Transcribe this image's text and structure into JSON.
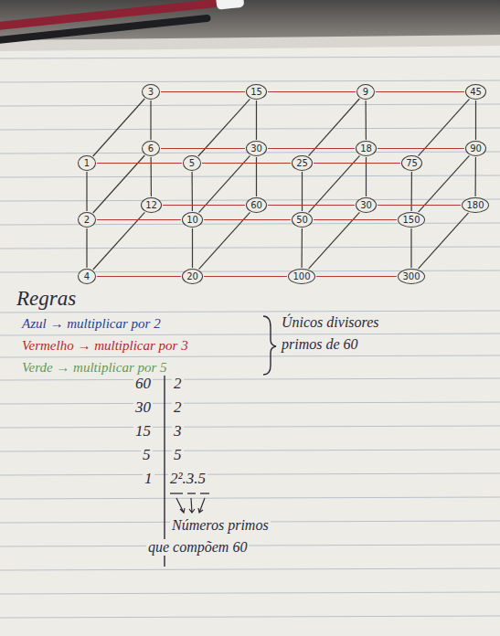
{
  "diagram": {
    "nodes": [
      {
        "text": [
          "3"
        ]
      },
      {
        "text": [
          "15"
        ]
      },
      {
        "text": [
          "9"
        ]
      },
      {
        "text": [
          "45"
        ]
      },
      {
        "text": [
          "1"
        ]
      },
      {
        "text": [
          "6"
        ]
      },
      {
        "text": [
          "5"
        ]
      },
      {
        "text": [
          "30"
        ]
      },
      {
        "text": [
          "25"
        ]
      },
      {
        "text": [
          "18"
        ]
      },
      {
        "text": [
          "75"
        ]
      },
      {
        "text": [
          "90"
        ]
      },
      {
        "text": [
          "2"
        ]
      },
      {
        "text": [
          "12"
        ]
      },
      {
        "text": [
          "10"
        ]
      },
      {
        "text": [
          "60"
        ]
      },
      {
        "text": [
          "50"
        ]
      },
      {
        "text": [
          "30"
        ]
      },
      {
        "text": [
          "150"
        ]
      },
      {
        "text": [
          "180"
        ]
      },
      {
        "text": [
          "4"
        ]
      },
      {
        "text": [
          "20"
        ]
      },
      {
        "text": [
          "100"
        ]
      },
      {
        "text": [
          "300"
        ]
      }
    ],
    "edges": [
      {
        "from": 4,
        "to": 12,
        "arrow": "none"
      },
      {
        "from": 12,
        "to": 20,
        "arrow": "none"
      },
      {
        "from": 0,
        "to": 5,
        "arrow": "none"
      },
      {
        "from": 5,
        "to": 13,
        "arrow": "none"
      },
      {
        "from": 6,
        "to": 14,
        "arrow": "none"
      },
      {
        "from": 14,
        "to": 21,
        "arrow": "none"
      },
      {
        "from": 1,
        "to": 7,
        "arrow": "none"
      },
      {
        "from": 7,
        "to": 15,
        "arrow": "none"
      },
      {
        "from": 8,
        "to": 16,
        "arrow": "none"
      },
      {
        "from": 16,
        "to": 22,
        "arrow": "none"
      },
      {
        "from": 2,
        "to": 9,
        "arrow": "none"
      },
      {
        "from": 9,
        "to": 17,
        "arrow": "none"
      },
      {
        "from": 10,
        "to": 18,
        "arrow": "none"
      },
      {
        "from": 18,
        "to": 23,
        "arrow": "none"
      },
      {
        "from": 3,
        "to": 11,
        "arrow": "none"
      },
      {
        "from": 11,
        "to": 19,
        "arrow": "none"
      },
      {
        "from": 4,
        "to": 0,
        "arrow": "none"
      },
      {
        "from": 12,
        "to": 5,
        "arrow": "none"
      },
      {
        "from": 20,
        "to": 13,
        "arrow": "none"
      },
      {
        "from": 6,
        "to": 1,
        "arrow": "none"
      },
      {
        "from": 14,
        "to": 7,
        "arrow": "none"
      },
      {
        "from": 21,
        "to": 15,
        "arrow": "none"
      },
      {
        "from": 8,
        "to": 2,
        "arrow": "none"
      },
      {
        "from": 16,
        "to": 9,
        "arrow": "none"
      },
      {
        "from": 22,
        "to": 17,
        "arrow": "none"
      },
      {
        "from": 10,
        "to": 3,
        "arrow": "none"
      },
      {
        "from": 18,
        "to": 11,
        "arrow": "none"
      },
      {
        "from": 23,
        "to": 19,
        "arrow": "none"
      },
      {
        "from": 4,
        "to": 6,
        "arrow": "none"
      },
      {
        "from": 6,
        "to": 8,
        "arrow": "none"
      },
      {
        "from": 8,
        "to": 10,
        "arrow": "none"
      },
      {
        "from": 12,
        "to": 14,
        "arrow": "none"
      },
      {
        "from": 14,
        "to": 16,
        "arrow": "none"
      },
      {
        "from": 16,
        "to": 18,
        "arrow": "none"
      },
      {
        "from": 20,
        "to": 21,
        "arrow": "none"
      },
      {
        "from": 21,
        "to": 22,
        "arrow": "none"
      },
      {
        "from": 22,
        "to": 23,
        "arrow": "none"
      },
      {
        "from": 0,
        "to": 1,
        "arrow": "none"
      },
      {
        "from": 1,
        "to": 2,
        "arrow": "none"
      },
      {
        "from": 2,
        "to": 3,
        "arrow": "none"
      },
      {
        "from": 5,
        "to": 7,
        "arrow": "none"
      },
      {
        "from": 7,
        "to": 9,
        "arrow": "none"
      },
      {
        "from": 9,
        "to": 11,
        "arrow": "none"
      },
      {
        "from": 13,
        "to": 15,
        "arrow": "none"
      },
      {
        "from": 15,
        "to": 17,
        "arrow": "none"
      },
      {
        "from": 17,
        "to": 19,
        "arrow": "none"
      }
    ],
    "labels": [
      "Regras",
      "Azul → multiplicar por 2",
      "Vermelho → multiplicar por 3",
      "Verde → multiplicar por 5",
      "Únicos divisores",
      "primos de 60",
      "60",
      "2",
      "30",
      "2",
      "15",
      "3",
      "5",
      "5",
      "1",
      "2².3.5",
      "Números primos",
      "que compõem 60"
    ]
  }
}
